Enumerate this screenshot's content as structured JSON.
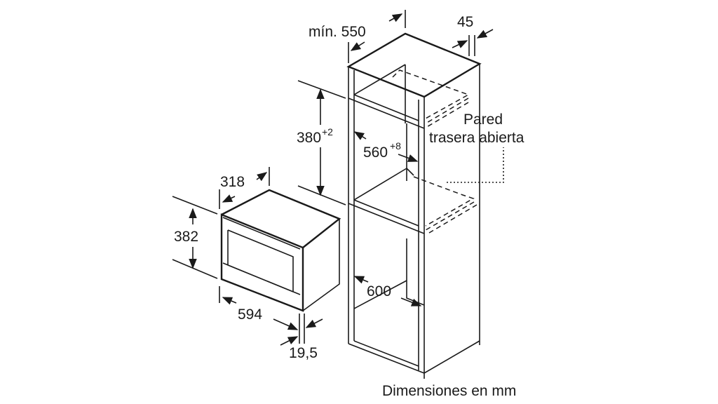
{
  "dimensions": {
    "cabinet_depth": "mín. 550",
    "rear_gap": "45",
    "niche_height": "380",
    "niche_height_tol": "+2",
    "niche_width": "560",
    "niche_width_tol": "+8",
    "cabinet_width": "600",
    "appliance_depth": "318",
    "appliance_height": "382",
    "appliance_width": "594",
    "front_thickness": "19,5"
  },
  "labels": {
    "rear_wall_line1": "Pared",
    "rear_wall_line2": "trasera abierta",
    "caption": "Dimensiones en mm"
  }
}
